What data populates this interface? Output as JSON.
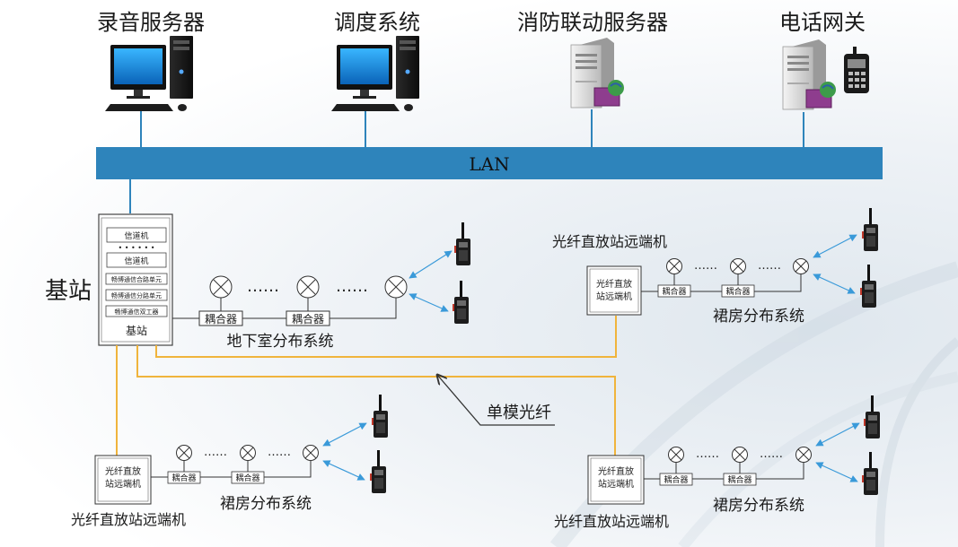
{
  "servers": [
    {
      "label": "录音服务器",
      "icon": "desktop-computer-icon"
    },
    {
      "label": "调度系统",
      "icon": "desktop-computer-icon"
    },
    {
      "label": "消防联动服务器",
      "icon": "server-icon"
    },
    {
      "label": "电话网关",
      "icon": "server-phone-icon"
    }
  ],
  "lan_label": "LAN",
  "base_station": {
    "outer_label": "基站",
    "bottom_label": "基站",
    "modules": [
      "信道机",
      "• • • • • •",
      "信道机",
      "畅博通信合路单元",
      "畅博通信分路单元",
      "畅博通信双工器"
    ]
  },
  "coupler_label": "耦合器",
  "dots": "……",
  "repeater_label": [
    "光纤直放",
    "站远端机"
  ],
  "systems": {
    "basement": "地下室分布系统",
    "podium_a": "裙房分布系统",
    "podium_b": "裙房分布系统",
    "podium_c": "裙房分布系统"
  },
  "repeater_captions": {
    "top_right": "光纤直放站远端机",
    "bottom_left": "光纤直放站远端机",
    "bottom_right": "光纤直放站远端机"
  },
  "fiber_label": "单模光纤",
  "colors": {
    "lan": "#2e84bb",
    "fiber": "#f0b43c",
    "wireless": "#3a9ad9",
    "text": "#1a1a1a"
  }
}
